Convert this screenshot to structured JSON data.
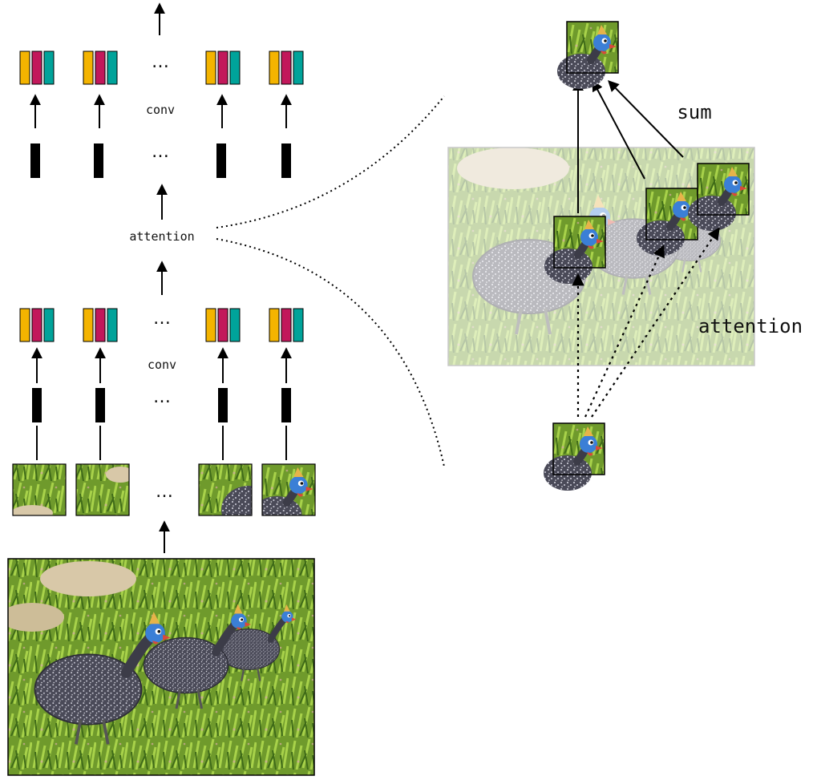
{
  "labels": {
    "conv_upper": "conv",
    "conv_lower": "conv",
    "attention_left": "attention",
    "attention_right": "attention",
    "sum": "sum",
    "ellipsis": "…"
  },
  "colors": {
    "feature_yellow": "#f4b400",
    "feature_magenta": "#c2185b",
    "feature_teal": "#00a39a",
    "token_black": "#000000",
    "arrow": "#000000",
    "grass_light": "#8fbf3a",
    "grass_dark": "#4f7f20",
    "soil": "#a08c6a",
    "stone": "#d8c8a8",
    "bird_body": "#4a4a58",
    "bird_spots": "#d9d9e3",
    "bird_head_blue": "#3b7fd6",
    "bird_casque": "#e6b34a",
    "bird_wattle": "#d94a3a"
  },
  "icons": {
    "photo": "guinea-fowl-photo",
    "patch": "image-patch-thumbnail",
    "token": "token-bar",
    "feature": "feature-vector"
  }
}
